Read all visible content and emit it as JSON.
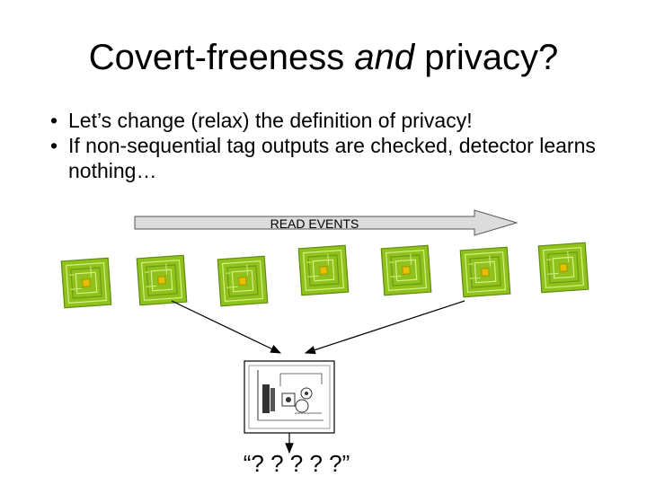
{
  "title": {
    "part1": "Covert-freeness ",
    "part2": "and",
    "part3": " privacy?"
  },
  "bullets": [
    "Let’s change (relax) the definition of privacy!",
    "If non-sequential tag outputs are checked, detector learns nothing…"
  ],
  "arrow_label": "READ EVENTS",
  "detector_output": "“? ? ? ? ?”",
  "colors": {
    "tag_green": "#8fc21b",
    "tag_pad": "#e6c000",
    "arrow_fill": "#dcdcdc"
  },
  "icons": [
    "rfid-tag-icon",
    "detector-schematic-icon"
  ],
  "tag_count": 7
}
